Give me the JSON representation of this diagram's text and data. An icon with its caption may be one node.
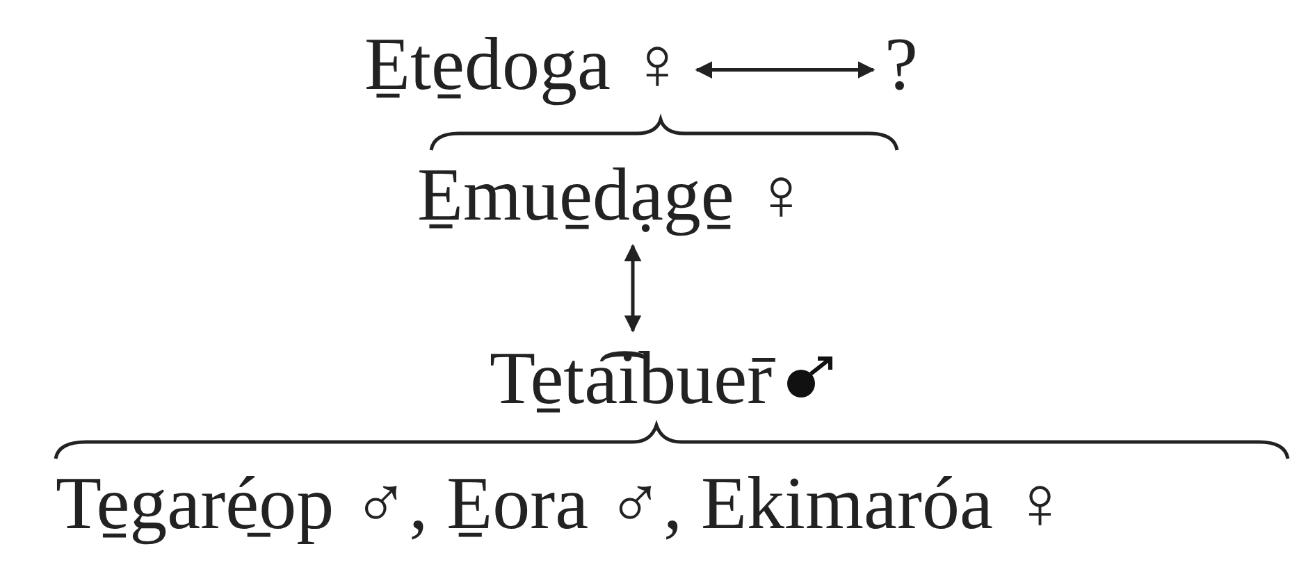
{
  "diagram": {
    "nodes": [
      {
        "text": [
          "E̱te̱doga ♀"
        ]
      },
      {
        "text": [
          "?"
        ]
      },
      {
        "text": [
          "E̱mue̱dạge̱ ♀"
        ]
      },
      {
        "text": [
          "Te̱ta͡ibuer̄"
        ]
      },
      {
        "text": [
          "Te̱garé̱op ♂, E̱ora ♂, Ekimaróa ♀"
        ]
      }
    ],
    "edges": [
      {
        "from": 0,
        "to": 1,
        "arrow": "both"
      },
      {
        "from": 2,
        "to": 3,
        "arrow": "both"
      }
    ]
  }
}
